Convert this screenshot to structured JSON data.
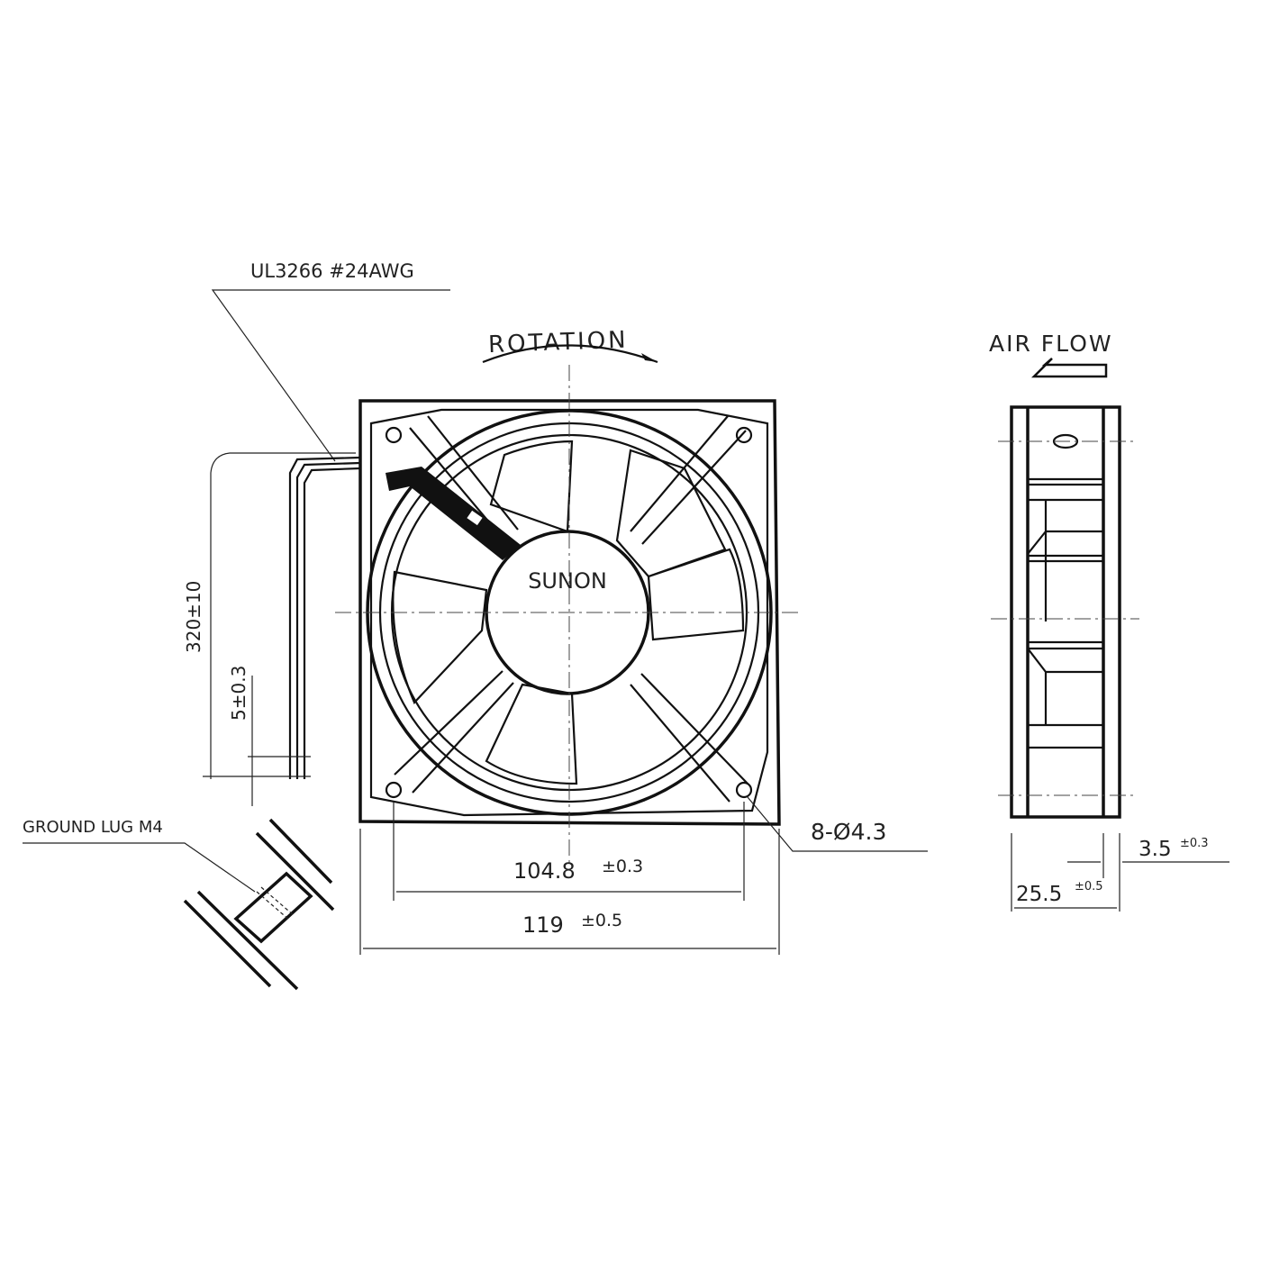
{
  "labels": {
    "wire_spec": "UL3266  #24AWG",
    "rotation": "ROTATION",
    "air_flow": "AIR FLOW",
    "brand": "SUNON",
    "lead_length": "320±10",
    "strip_length": "5±0.3",
    "ground_lug": "GROUND LUG M4",
    "holes": "8-Ø4.3",
    "hole_pitch": "104.8",
    "hole_pitch_tol": "±0.3",
    "frame_size": "119",
    "frame_size_tol": "±0.5",
    "depth": "25.5",
    "depth_tol": "±0.5",
    "flange": "3.5",
    "flange_tol": "±0.3"
  },
  "colors": {
    "line": "#111111",
    "background": "#ffffff"
  }
}
